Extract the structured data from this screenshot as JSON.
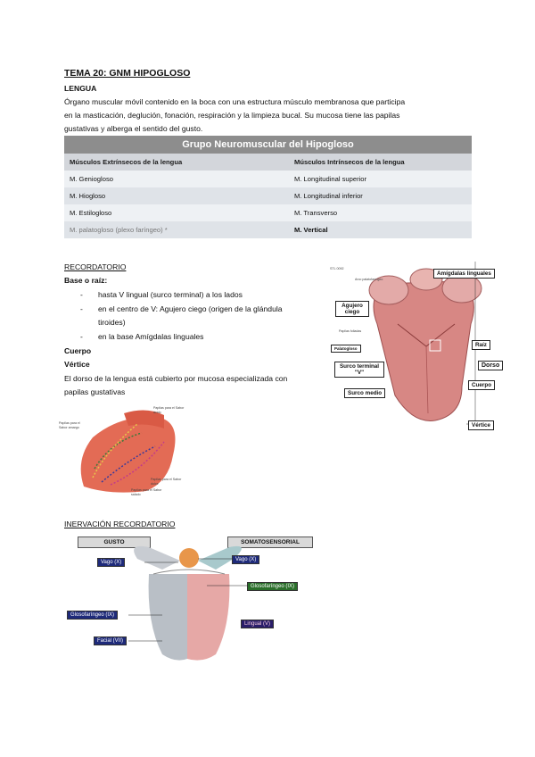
{
  "title": "TEMA 20: GNM HIPOGLOSO",
  "section": "LENGUA",
  "intro": [
    "Órgano muscular móvil contenido en la boca con una estructura músculo membranosa que participa",
    "en la masticación, deglución, fonación, respiración y la limpieza bucal. Su mucosa tiene las papilas",
    "gustativas y alberga el sentido del gusto."
  ],
  "table": {
    "title": "Grupo Neuromuscular del Hipogloso",
    "col1": "Músculos Extrínsecos de la lengua",
    "col2": "Músculos Intrínsecos de la lengua",
    "rows": [
      [
        "M. Geniogloso",
        "M. Longitudinal superior"
      ],
      [
        "M. Hiogloso",
        "M. Longitudinal inferior"
      ],
      [
        "M. Estilogloso",
        "M. Transverso"
      ],
      [
        "M. palatogloso (plexo faríngeo) *",
        "M. Vertical"
      ]
    ]
  },
  "recordatorio": {
    "heading": "RECORDATORIO",
    "base_label": "Base o raíz:",
    "bullets": [
      "hasta V lingual (surco terminal) a los lados",
      "en el centro de V: Agujero ciego (origen de la glándula",
      "tiroides)",
      "en la base Amígdalas linguales"
    ],
    "cuerpo": "Cuerpo",
    "vertice": "Vértice",
    "dorso_text_1": "El dorso de la lengua está cubierto por mucosa especializada con",
    "dorso_text_2": "papilas gustativas"
  },
  "fig1": {
    "code": "STL 0092",
    "arco": "Arco palatofaríngeo",
    "amigdalas": "Amígdalas linguales",
    "agujero": "Agujero ciego",
    "papilas": "Papilas foliadas",
    "palatogloso": "Palatogloso",
    "surco_terminal": "Surco terminal \"V\"",
    "surco_medio": "Surco medio",
    "raiz": "Raíz",
    "dorso": "Dorso",
    "cuerpo": "Cuerpo",
    "vertice": "Vértice"
  },
  "fig2": {
    "amargo": "Papilas para el Sabor amargo",
    "acido": "Papilas para el Sabor ácido",
    "dulce": "Papilas para el Sabor dulce",
    "salado": "Papilas para el Sabor salado"
  },
  "inervacion": {
    "heading": "INERVACIÓN RECORDATORIO",
    "gusto": "GUSTO",
    "somato": "SOMATOSENSORIAL",
    "vago_l": "Vago (X)",
    "vago_r": "Vago (X)",
    "gloso_r": "Glosofaríngeo (IX)",
    "gloso_l": "Glosofaríngeo (IX)",
    "lingual": "Lingual (V)",
    "facial": "Facial (VII)"
  },
  "colors": {
    "tongue": "#d98a8a",
    "gray_side": "#b9bfc6",
    "orange": "#e8964a",
    "label_blue": "#1e2a7a"
  }
}
